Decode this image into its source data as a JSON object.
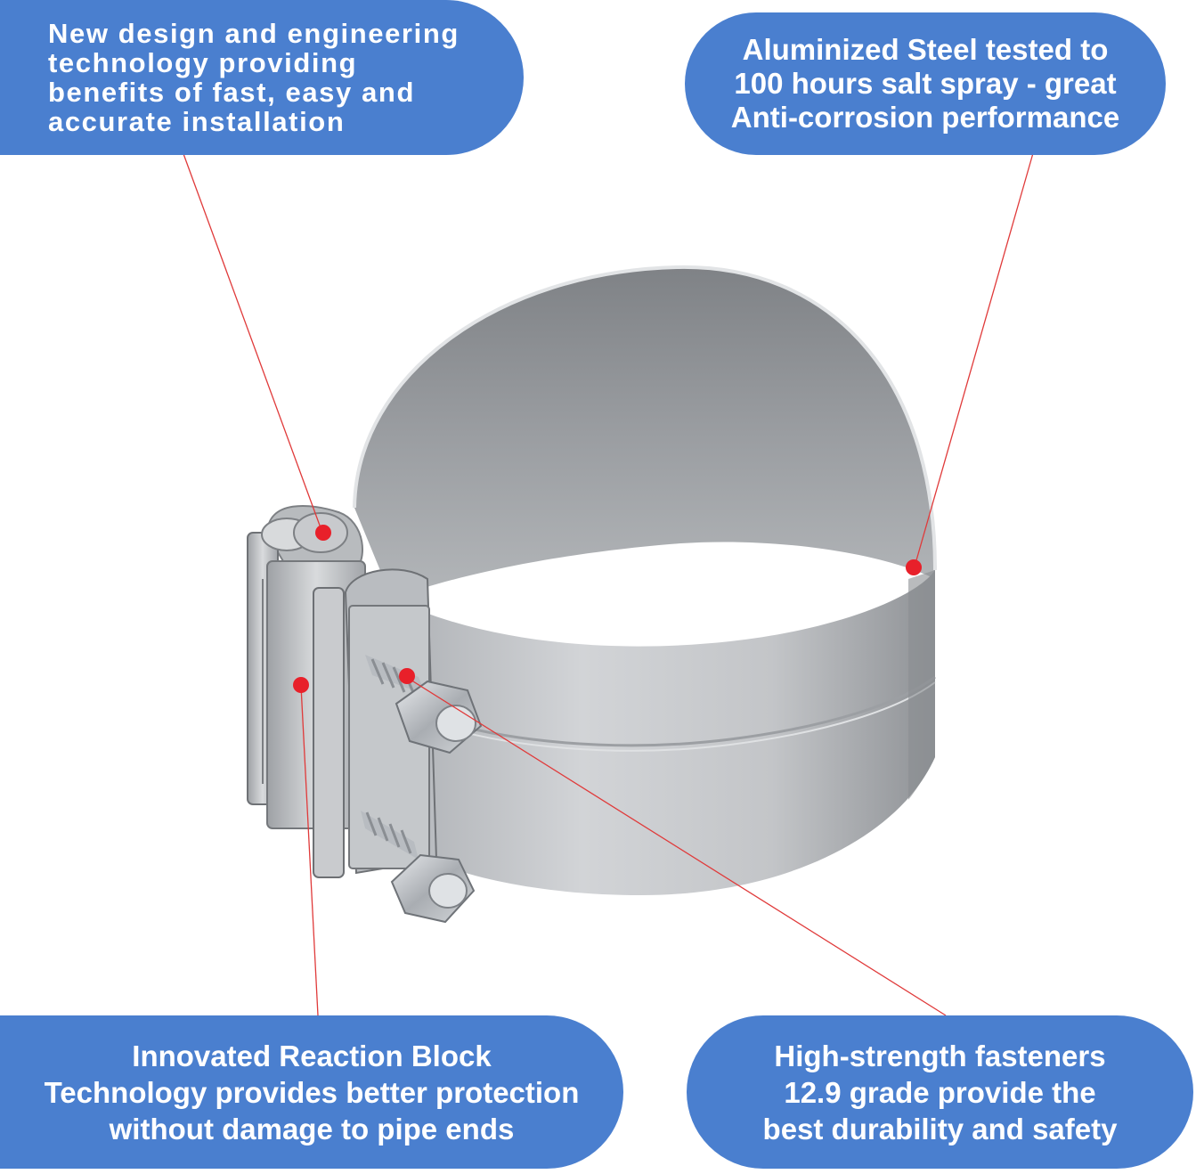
{
  "callouts": {
    "top_left": "New design and engineering\ntechnology providing\nbenefits of fast, easy and\naccurate installation",
    "top_right": "Aluminized Steel tested to\n100 hours salt spray - great\nAnti-corrosion performance",
    "bottom_left": "Innovated Reaction Block\nTechnology provides better protection\nwithout damage to pipe ends",
    "bottom_right": "High-strength fasteners\n12.9 grade provide the\nbest durability and safety"
  },
  "colors": {
    "callout_fill": "#4a7fcf",
    "callout_text": "#ffffff",
    "leader_line": "#e03a3a",
    "marker_dot": "#e8202a",
    "steel_light": "#c4c6c9",
    "steel_dark": "#85888c"
  },
  "icons": {
    "marker": "red-dot-marker-icon"
  }
}
